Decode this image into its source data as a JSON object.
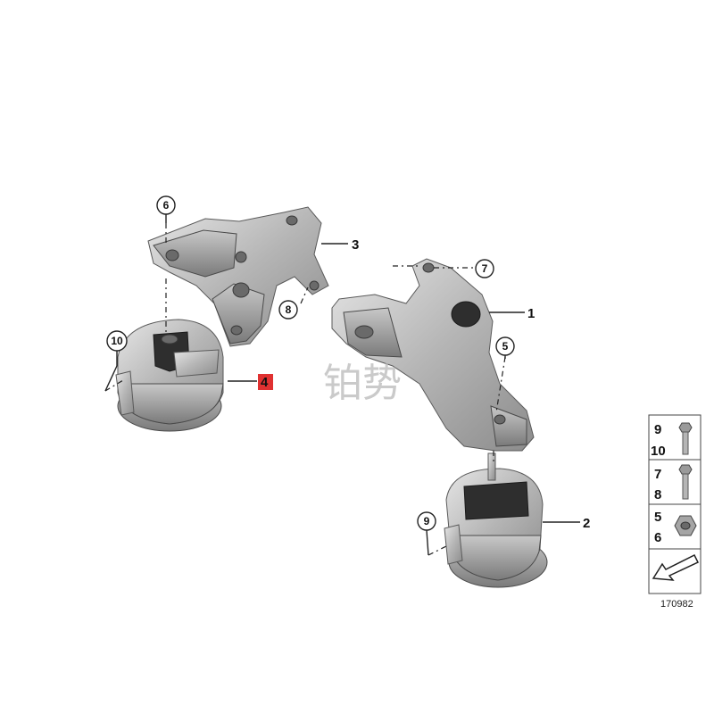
{
  "parts": {
    "p1": "1",
    "p2": "2",
    "p3": "3",
    "p4": "4"
  },
  "callouts": {
    "c5": "5",
    "c6": "6",
    "c7": "7",
    "c8": "8",
    "c9": "9",
    "c10": "10"
  },
  "legend": {
    "row1_top": "9",
    "row1_bottom": "10",
    "row2_top": "7",
    "row2_bottom": "8",
    "row3_top": "5",
    "row3_bottom": "6"
  },
  "diagram_number": "170982",
  "watermark": "铂势",
  "colors": {
    "highlight_box": "#e03131",
    "metal": "#b8b8b8"
  }
}
